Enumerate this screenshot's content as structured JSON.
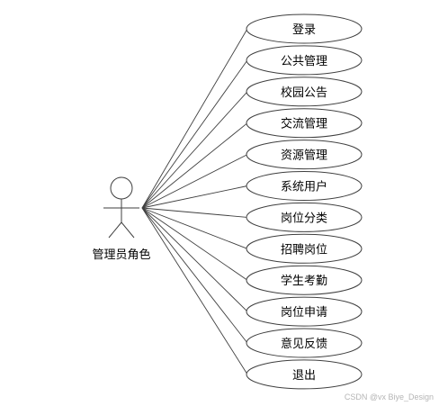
{
  "actor": {
    "label": "管理员角色"
  },
  "use_cases": [
    {
      "label": "登录"
    },
    {
      "label": "公共管理"
    },
    {
      "label": "校园公告"
    },
    {
      "label": "交流管理"
    },
    {
      "label": "资源管理"
    },
    {
      "label": "系统用户"
    },
    {
      "label": "岗位分类"
    },
    {
      "label": "招聘岗位"
    },
    {
      "label": "学生考勤"
    },
    {
      "label": "岗位申请"
    },
    {
      "label": "意见反馈"
    },
    {
      "label": "退出"
    }
  ],
  "watermark": "CSDN @vx Biye_Design",
  "colors": {
    "stroke": "#3f3f3f",
    "background": "#ffffff"
  }
}
